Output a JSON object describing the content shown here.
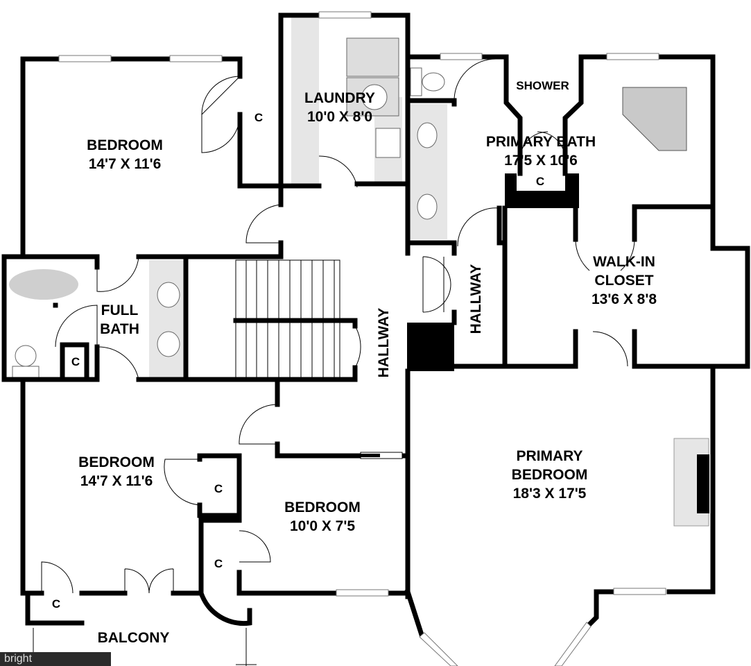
{
  "rooms": {
    "bedroom_nw": {
      "name": "BEDROOM",
      "dims": "14'7 X 11'6"
    },
    "laundry": {
      "name": "LAUNDRY",
      "dims": "10'0 X 8'0"
    },
    "shower": {
      "name": "SHOWER"
    },
    "primary_bath": {
      "name": "PRIMARY BATH",
      "dims": "17'5 X 10'6"
    },
    "full_bath": {
      "line1": "FULL",
      "line2": "BATH"
    },
    "walk_in_closet": {
      "line1": "WALK-IN",
      "line2": "CLOSET",
      "dims": "13'6 X 8'8"
    },
    "bedroom_sw": {
      "name": "BEDROOM",
      "dims": "14'7 X 11'6"
    },
    "bedroom_small": {
      "name": "BEDROOM",
      "dims": "10'0 X 7'5"
    },
    "primary_bedroom": {
      "line1": "PRIMARY",
      "line2": "BEDROOM",
      "dims": "18'3 X 17'5"
    },
    "balcony": {
      "name": "BALCONY"
    },
    "hallway_left": {
      "name": "HALLWAY"
    },
    "hallway_right": {
      "name": "HALLWAY"
    }
  },
  "closets": {
    "c1": "C",
    "c2": "C",
    "c3": "C",
    "c4": "C",
    "c5": "C",
    "c6": "C"
  },
  "watermark": {
    "text": "bright"
  }
}
